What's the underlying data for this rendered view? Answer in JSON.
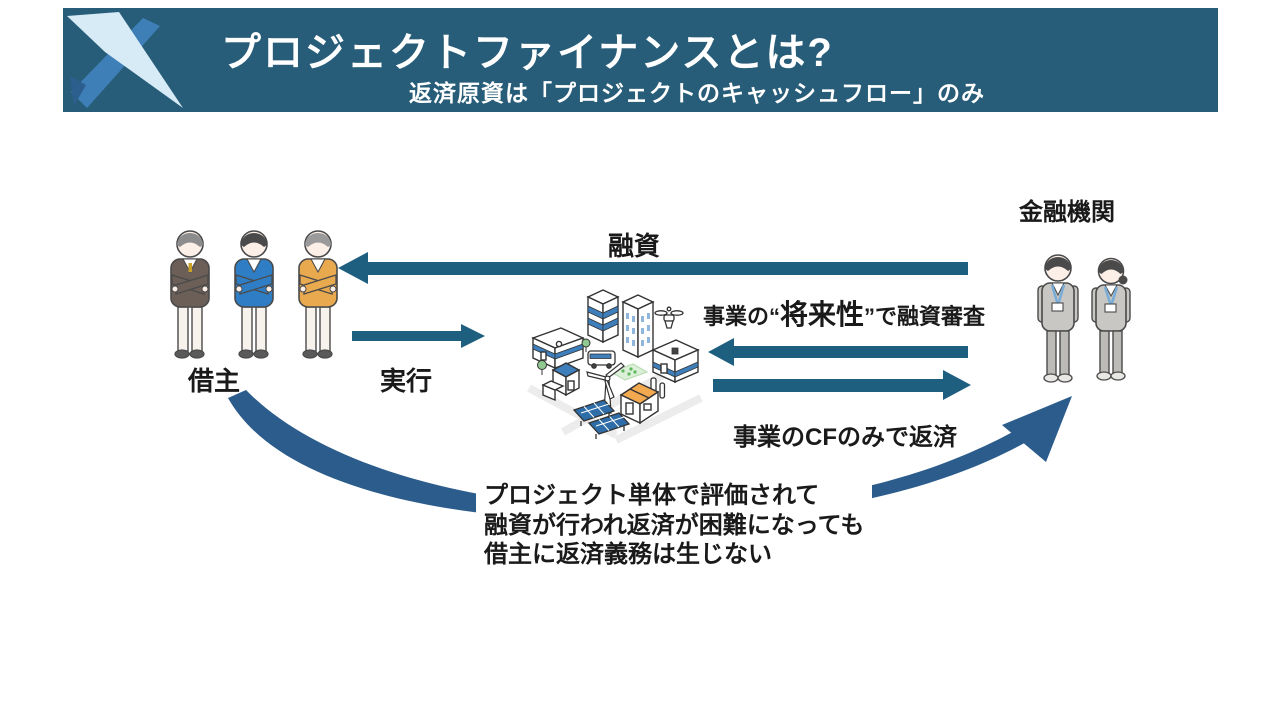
{
  "slide": {
    "header": {
      "title": "プロジェクトファイナンスとは?",
      "subtitle": "返済原資は「プロジェクトのキャッシュフロー」のみ"
    },
    "labels": {
      "bank": "金融機関",
      "borrower": "借主",
      "loan": "融資",
      "execute": "実行",
      "screening_pre": "事業の“",
      "screening_em": "将来性",
      "screening_post": "”で融資審査",
      "repay": "事業のCFのみで返済"
    },
    "note": {
      "lines": [
        "プロジェクト単体で評価されて",
        "融資が行われ返済が困難になっても",
        "借主に返済義務は生じない"
      ]
    },
    "colors": {
      "header_bg": "#275D78",
      "arrow": "#1E5F80",
      "swoosh": "#2B5C8C",
      "accent_blue": "#3D7EBB",
      "logo_light": "#D7EBF7",
      "logo_mid": "#3E7FB8"
    },
    "icons": {
      "logo": "x-logo",
      "borrowers": "three-businesspeople-illustration",
      "bank_staff": "two-bank-employees-illustration",
      "project": "smart-city-project-illustration"
    }
  }
}
